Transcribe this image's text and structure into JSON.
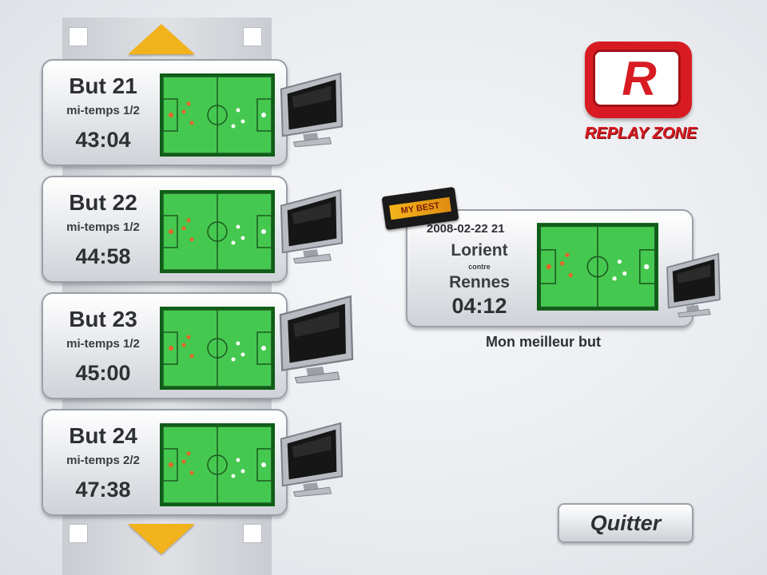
{
  "goal_list": {
    "up_arrow_icon": "arrow-up-icon",
    "down_arrow_icon": "arrow-down-icon",
    "items": [
      {
        "title": "But 21",
        "half": "mi-temps 1/2",
        "time": "43:04"
      },
      {
        "title": "But 22",
        "half": "mi-temps 1/2",
        "time": "44:58"
      },
      {
        "title": "But 23",
        "half": "mi-temps 1/2",
        "time": "45:00"
      },
      {
        "title": "But 24",
        "half": "mi-temps 2/2",
        "time": "47:38"
      }
    ]
  },
  "featured": {
    "badge_text": "MY BEST",
    "date": "2008-02-22 21",
    "home_team": "Lorient",
    "versus": "contre",
    "away_team": "Rennes",
    "time": "04:12",
    "caption": "Mon meilleur but"
  },
  "logo": {
    "letter": "R",
    "text": "REPLAY ZONE"
  },
  "buttons": {
    "quit": "Quitter"
  },
  "colors": {
    "accent_red": "#d81b22",
    "arrow_orange": "#f2b21c",
    "pitch_green": "#3ec24a"
  }
}
